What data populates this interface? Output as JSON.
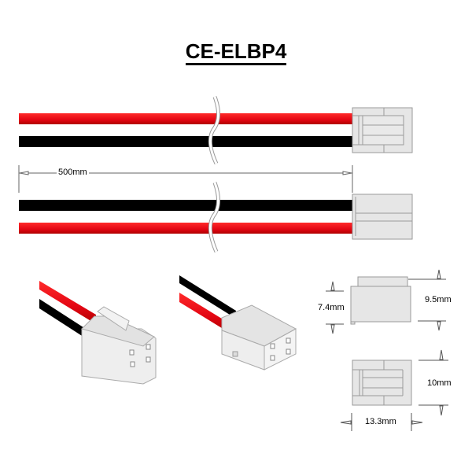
{
  "title": "CE-ELBP4",
  "dimensions": {
    "cable_length": "500mm",
    "connector_side_height": "7.4mm",
    "connector_overall_height": "9.5mm",
    "connector_front_height": "10mm",
    "connector_width": "13.3mm"
  },
  "colors": {
    "wire_red": "#e30613",
    "wire_black": "#000000",
    "connector_fill": "#e6e6e6",
    "connector_stroke": "#9a9a9a"
  },
  "views": [
    {
      "name": "top-view",
      "wires": [
        "red",
        "black"
      ]
    },
    {
      "name": "bottom-view",
      "wires": [
        "black",
        "red"
      ]
    },
    {
      "name": "isometric-view-1"
    },
    {
      "name": "isometric-view-2"
    },
    {
      "name": "side-view"
    },
    {
      "name": "front-view"
    }
  ]
}
